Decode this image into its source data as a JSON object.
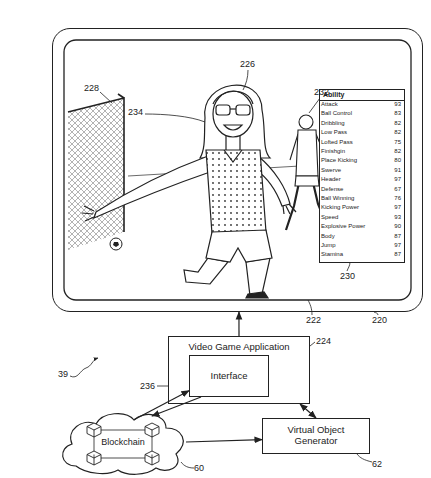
{
  "diagram": {
    "nodes": [
      {
        "text": []
      },
      {
        "text": [
          "Ability"
        ],
        "in": 0
      },
      {
        "text": [
          "Video Game Application"
        ]
      },
      {
        "text": [
          "Interface"
        ],
        "in": 2
      },
      {
        "text": [
          "Virtual Object Generator"
        ]
      },
      {
        "text": [
          "Blockchain"
        ]
      }
    ],
    "edges": [
      {
        "from": 2,
        "to": 0,
        "arrow": "to"
      },
      {
        "from": 3,
        "to": 5,
        "arrow": "to"
      },
      {
        "from": 5,
        "to": 3,
        "arrow": "to"
      },
      {
        "from": 2,
        "to": 4,
        "arrow": "both"
      },
      {
        "from": 5,
        "to": 4,
        "arrow": "to"
      }
    ],
    "labels": [
      "228",
      "226",
      "234",
      "232",
      "Attack",
      "93",
      "Ball Control",
      "83",
      "Dribbling",
      "82",
      "Low Pass",
      "82",
      "Lofted Pass",
      "75",
      "Finishgin",
      "82",
      "Place Kicking",
      "80",
      "Swerve",
      "91",
      "Header",
      "97",
      "Defense",
      "67",
      "Ball Winning",
      "76",
      "Kicking Power",
      "97",
      "Speed",
      "93",
      "Explosive Power",
      "90",
      "Body",
      "87",
      "Jump",
      "97",
      "Stamina",
      "87",
      "230",
      "222",
      "220",
      "39",
      "224",
      "236",
      "62",
      "60"
    ]
  }
}
